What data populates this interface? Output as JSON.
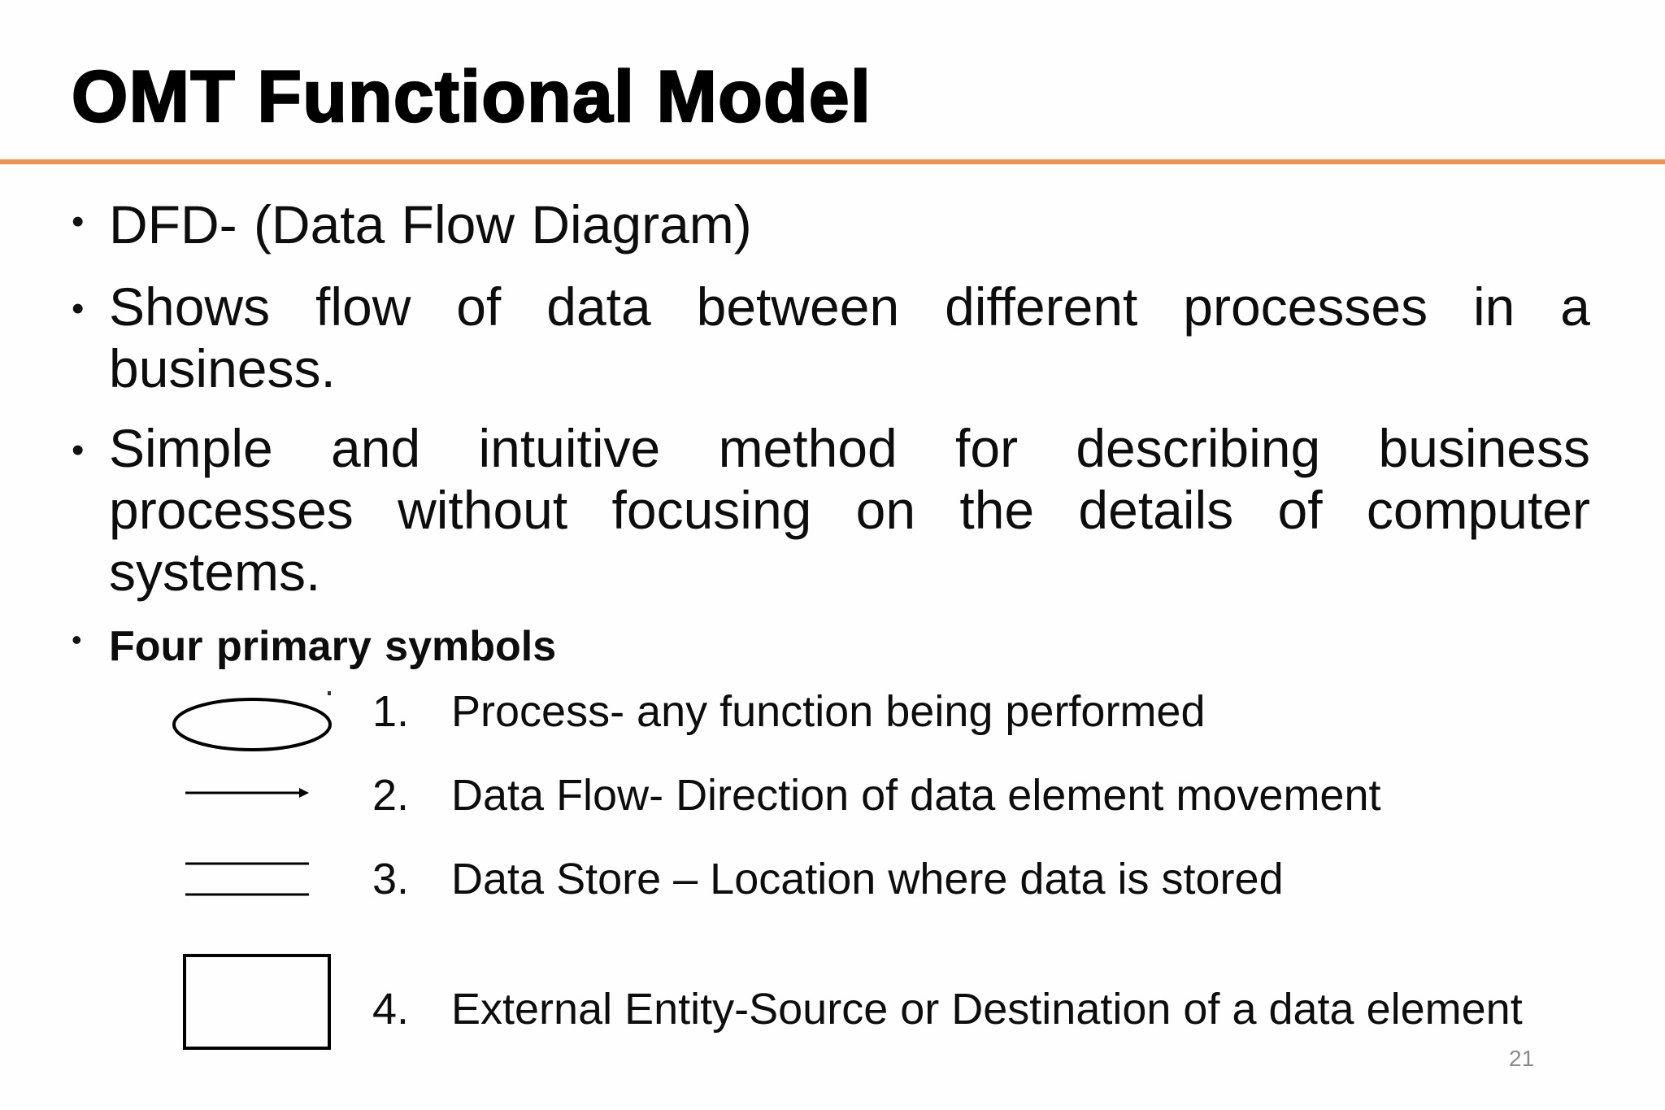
{
  "slide": {
    "title": "OMT Functional Model",
    "accent_color": "#ef9350",
    "bullets": [
      {
        "marker": "•",
        "text": "DFD- (Data Flow Diagram)"
      },
      {
        "marker": "•",
        "text": "Shows flow of data between different processes in a business."
      },
      {
        "marker": "•",
        "text": "Simple and intuitive method for describing business processes without focusing on the details of computer systems."
      },
      {
        "marker": "•",
        "text": "Four primary symbols"
      }
    ],
    "symbols": [
      {
        "number": "1.",
        "label": "Process- any function being performed",
        "icon": "ellipse-icon"
      },
      {
        "number": "2.",
        "label": "Data Flow- Direction of data element movement",
        "icon": "arrow-right-icon"
      },
      {
        "number": "3.",
        "label": "Data Store – Location where data is stored",
        "icon": "parallel-lines-icon"
      },
      {
        "number": "4.",
        "label": "External Entity-Source or Destination of a data element",
        "icon": "rectangle-icon"
      }
    ],
    "page_number": "21"
  }
}
